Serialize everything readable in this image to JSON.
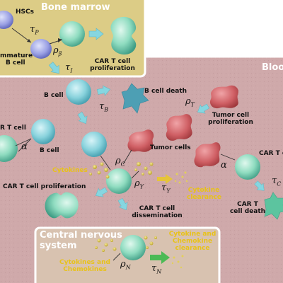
{
  "colors": {
    "bone_marrow_bg": "#dccc86",
    "blood_bg": "#cfa9aa",
    "cns_bg": "#d8c2b0",
    "b_cell": "#88d2dc",
    "car_t_cell": "#8fdcc0",
    "tumor_cell": "#cf5f64",
    "cytokine": "#cbb63a",
    "arrow": "#86d6e0"
  },
  "bone_marrow": {
    "title": "Bone marrow",
    "hsc_label": "HSCs",
    "immature_label_1": "mmature",
    "immature_label_2": "B cell",
    "car_t_prolif_1": "CAR T cell",
    "car_t_prolif_2": "proliferation",
    "tau_p": "τ",
    "tau_p_sub": "P",
    "rho_beta": "ρ",
    "rho_beta_sub": "β",
    "tau_i": "τ",
    "tau_i_sub": "I"
  },
  "blood": {
    "title": "Bloo",
    "b_cell": "B cell",
    "b_cell_death": "B cell death",
    "tau_b": "τ",
    "tau_b_sub": "B",
    "car_t_left": "R T cell",
    "b_cell_left": "B cell",
    "alpha_left": "α",
    "rho_t": "ρ",
    "rho_t_sub": "T",
    "tumor_prolif_1": "Tumor cell",
    "tumor_prolif_2": "proliferation",
    "tumor_cells": "Tumor cells",
    "rho_c": "ρ",
    "rho_c_sub": "C",
    "cytokines": "Cytokines",
    "rho_y": "ρ",
    "rho_y_sub": "Y",
    "tau_y": "τ",
    "tau_y_sub": "Y",
    "cytokine_clearance_1": "Cytokine",
    "cytokine_clearance_2": "clearance",
    "car_t_proliferation": "CAR T cell proliferation",
    "dissemination_1": "CAR T cell",
    "dissemination_2": "dissemination",
    "alpha_right": "α",
    "car_t_right": "CAR T c",
    "tau_c": "τ",
    "tau_c_sub": "C",
    "car_t_death_1": "CAR T",
    "car_t_death_2": "cell death"
  },
  "cns": {
    "title_1": "Central nervous",
    "title_2": "system",
    "cytokines_1": "Cytokines and",
    "cytokines_2": "Chemokines",
    "rho_n": "ρ",
    "rho_n_sub": "N",
    "tau_n": "τ",
    "tau_n_sub": "N",
    "clearance_1": "Cytokine and",
    "clearance_2": "Chemokine",
    "clearance_3": "clearance"
  }
}
